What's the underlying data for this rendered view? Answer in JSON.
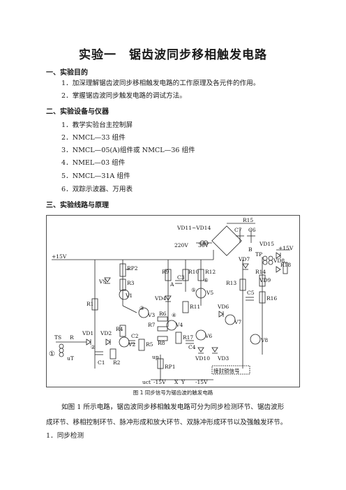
{
  "title": "实验一　锯齿波同步移相触发电路",
  "sec1": {
    "heading": "一、实验目的",
    "items": [
      "1．加深理解锯齿波同步移相触发电路的工作原理及各元件的作用。",
      "2．掌握锯齿波同步触发电路的调试方法。"
    ]
  },
  "sec2": {
    "heading": "二、实验设备与仪器",
    "items": [
      "1．教学实验台主控制屏",
      "2．NMCL—33 组件",
      "3．NMCL—05(A)组件或 NMCL—36 组件",
      "4．NMEL—03 组件",
      "5．NMCL—31A 组件",
      "6．双踪示波器、万用表"
    ]
  },
  "sec3": {
    "heading": "三、实验线路与原理"
  },
  "diagram": {
    "labels": {
      "vd": "VD11~VD14",
      "c7": "C7",
      "c6": "C6",
      "r15": "R15",
      "v220": "220V",
      "v36": "36V",
      "b": "B",
      "vd15": "VD15",
      "tp": "TP",
      "plus15v_r": "+15V",
      "vd7": "VD7",
      "vd8": "VD8",
      "vd9": "VD9",
      "r14": "R14",
      "r18": "R18",
      "r16": "R16",
      "c5": "C5",
      "plus15v_l": "+15V",
      "rp2": "RP2",
      "r3": "R3",
      "vs": "VS",
      "v1": "V1",
      "r1": "R1",
      "circle3": "③",
      "v3": "V3",
      "r9": "R9",
      "r10": "R10",
      "r12": "R12",
      "c3": "C3",
      "a": "A",
      "circle5": "⑤",
      "circle6": "⑥",
      "v5": "V5",
      "r13": "R13",
      "r11": "R11",
      "vd4": "VD4",
      "circle4": "④",
      "r6": "R6",
      "r7": "R7",
      "v4": "V4",
      "r8": "R8",
      "r17": "R17",
      "vd6": "VD6",
      "v7": "V7",
      "v8": "V8",
      "v6": "V6",
      "c4": "C4",
      "vd10": "VD10",
      "vd3": "VD3",
      "ts": "TS",
      "r": "R",
      "vd1": "VD1",
      "vd2": "VD2",
      "r4": "R4",
      "c2": "C2",
      "r5": "R5",
      "circle1": "①",
      "circle2": "②",
      "c1": "C1",
      "r2": "R2",
      "v2": "V2",
      "ut": "uT",
      "up": "up",
      "rp1": "RP1",
      "uct": "uct",
      "minus15v": "-15V",
      "x": "X",
      "y": "Y",
      "minus15v_2": "-15V",
      "lock": "接封锁信号"
    }
  },
  "caption": "图 1  同步信号为锯齿波的触发电路",
  "body": {
    "para1": "如图 1 所示电路，锯齿波同步移相触发电路可分为同步检测环节、锯齿波形",
    "para2": "成环节、移相控制环节、脉冲形成和放大环节、双脉冲形成环节以及强触发环节。",
    "item1": "1．同步检测"
  }
}
